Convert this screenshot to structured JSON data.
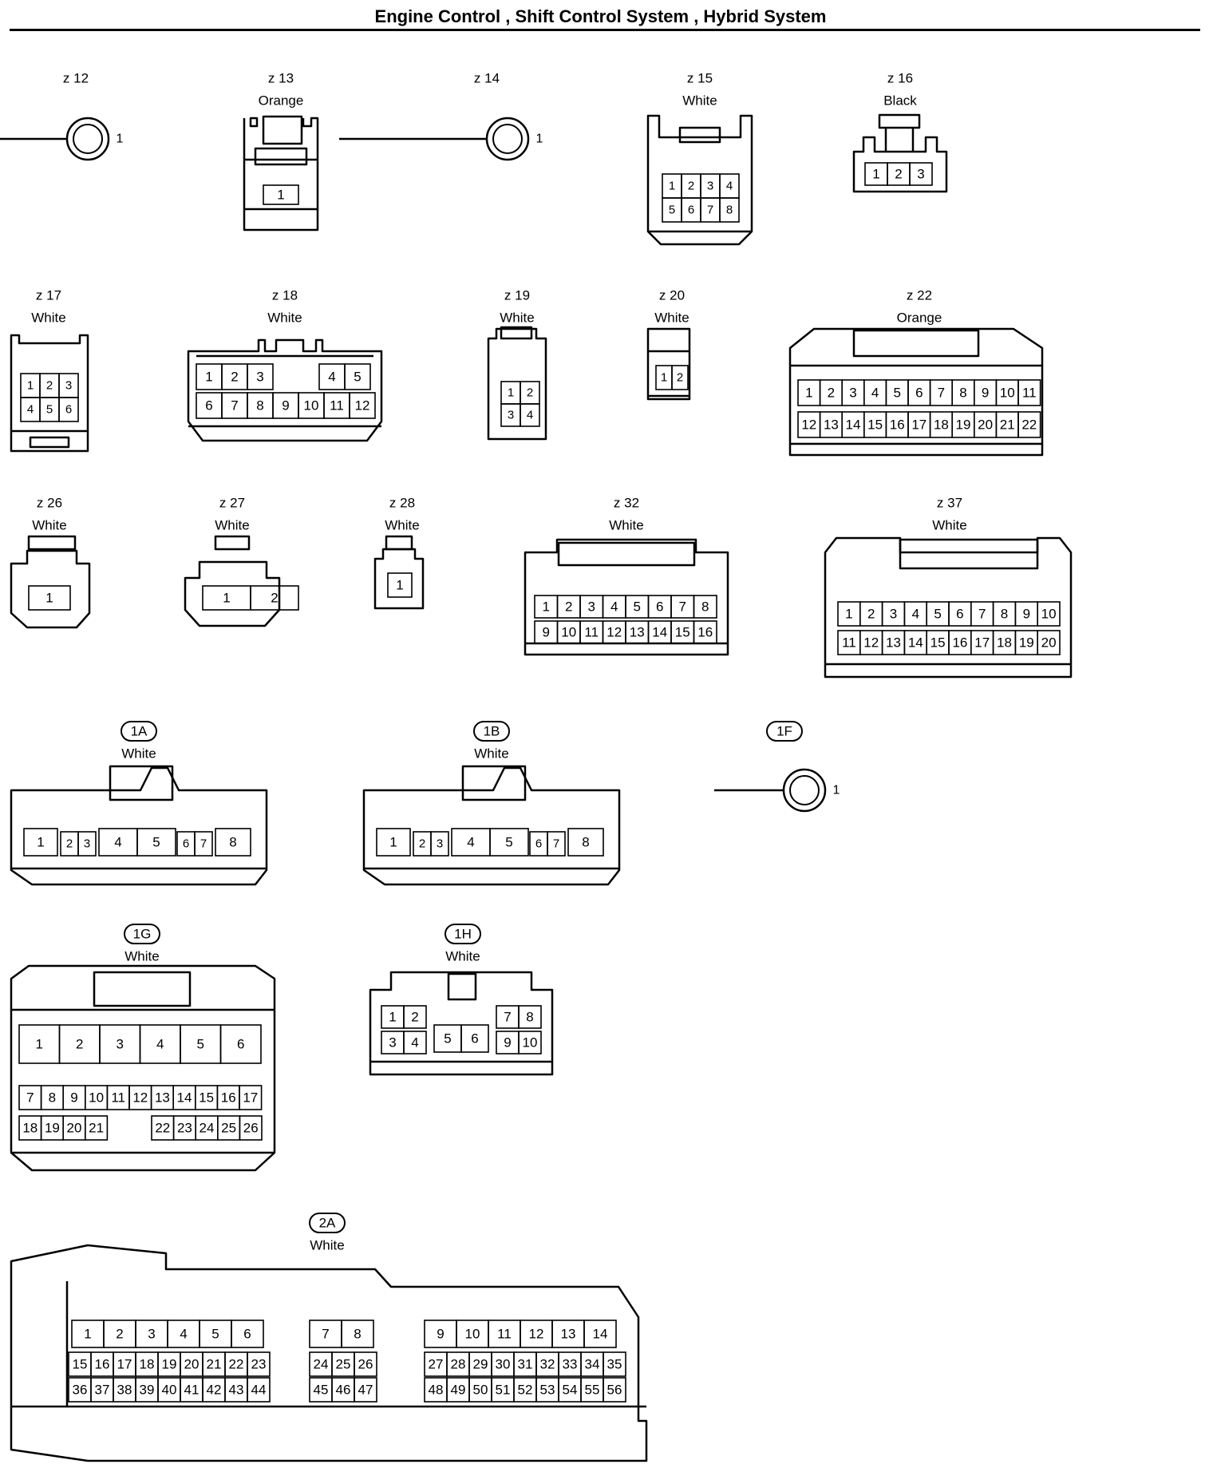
{
  "title": "Engine Control , Shift Control System , Hybrid System",
  "connectors": [
    {
      "id": "z 12",
      "badge": false,
      "color": "",
      "type": "ring",
      "pins": [
        "1"
      ]
    },
    {
      "id": "z 13",
      "badge": false,
      "color": "Orange",
      "type": "single",
      "pins": [
        "1"
      ]
    },
    {
      "id": "z 14",
      "badge": false,
      "color": "",
      "type": "ring",
      "pins": [
        "1"
      ]
    },
    {
      "id": "z 15",
      "badge": false,
      "color": "White",
      "type": "grid",
      "pins": [
        "1",
        "2",
        "3",
        "4",
        "5",
        "6",
        "7",
        "8"
      ]
    },
    {
      "id": "z 16",
      "badge": false,
      "color": "Black",
      "type": "grid",
      "pins": [
        "1",
        "2",
        "3"
      ]
    },
    {
      "id": "z 17",
      "badge": false,
      "color": "White",
      "type": "grid",
      "pins": [
        "1",
        "2",
        "3",
        "4",
        "5",
        "6"
      ]
    },
    {
      "id": "z 18",
      "badge": false,
      "color": "White",
      "type": "grid",
      "pins": [
        "1",
        "2",
        "3",
        "4",
        "5",
        "6",
        "7",
        "8",
        "9",
        "10",
        "11",
        "12"
      ]
    },
    {
      "id": "z 19",
      "badge": false,
      "color": "White",
      "type": "grid",
      "pins": [
        "1",
        "2",
        "3",
        "4"
      ]
    },
    {
      "id": "z 20",
      "badge": false,
      "color": "White",
      "type": "grid",
      "pins": [
        "1",
        "2"
      ]
    },
    {
      "id": "z 22",
      "badge": false,
      "color": "Orange",
      "type": "grid",
      "pins": [
        "1",
        "2",
        "3",
        "4",
        "5",
        "6",
        "7",
        "8",
        "9",
        "10",
        "11",
        "12",
        "13",
        "14",
        "15",
        "16",
        "17",
        "18",
        "19",
        "20",
        "21",
        "22"
      ]
    },
    {
      "id": "z 26",
      "badge": false,
      "color": "White",
      "type": "grid",
      "pins": [
        "1"
      ]
    },
    {
      "id": "z 27",
      "badge": false,
      "color": "White",
      "type": "grid",
      "pins": [
        "1",
        "2"
      ]
    },
    {
      "id": "z 28",
      "badge": false,
      "color": "White",
      "type": "grid",
      "pins": [
        "1"
      ]
    },
    {
      "id": "z 32",
      "badge": false,
      "color": "White",
      "type": "grid",
      "pins": [
        "1",
        "2",
        "3",
        "4",
        "5",
        "6",
        "7",
        "8",
        "9",
        "10",
        "11",
        "12",
        "13",
        "14",
        "15",
        "16"
      ]
    },
    {
      "id": "z 37",
      "badge": false,
      "color": "White",
      "type": "grid",
      "pins": [
        "1",
        "2",
        "3",
        "4",
        "5",
        "6",
        "7",
        "8",
        "9",
        "10",
        "11",
        "12",
        "13",
        "14",
        "15",
        "16",
        "17",
        "18",
        "19",
        "20"
      ]
    },
    {
      "id": "1A",
      "badge": true,
      "color": "White",
      "type": "grid",
      "pins": [
        "1",
        "2",
        "3",
        "4",
        "5",
        "6",
        "7",
        "8"
      ]
    },
    {
      "id": "1B",
      "badge": true,
      "color": "White",
      "type": "grid",
      "pins": [
        "1",
        "2",
        "3",
        "4",
        "5",
        "6",
        "7",
        "8"
      ]
    },
    {
      "id": "1F",
      "badge": true,
      "color": "",
      "type": "ring",
      "pins": [
        "1"
      ]
    },
    {
      "id": "1G",
      "badge": true,
      "color": "White",
      "type": "grid",
      "pins": [
        "1",
        "2",
        "3",
        "4",
        "5",
        "6",
        "7",
        "8",
        "9",
        "10",
        "11",
        "12",
        "13",
        "14",
        "15",
        "16",
        "17",
        "18",
        "19",
        "20",
        "21",
        "22",
        "23",
        "24",
        "25",
        "26"
      ]
    },
    {
      "id": "1H",
      "badge": true,
      "color": "White",
      "type": "grid",
      "pins": [
        "1",
        "2",
        "3",
        "4",
        "5",
        "6",
        "7",
        "8",
        "9",
        "10"
      ]
    },
    {
      "id": "2A",
      "badge": true,
      "color": "White",
      "type": "grid",
      "pins": [
        "1",
        "2",
        "3",
        "4",
        "5",
        "6",
        "7",
        "8",
        "9",
        "10",
        "11",
        "12",
        "13",
        "14",
        "15",
        "16",
        "17",
        "18",
        "19",
        "20",
        "21",
        "22",
        "23",
        "24",
        "25",
        "26",
        "27",
        "28",
        "29",
        "30",
        "31",
        "32",
        "33",
        "34",
        "35",
        "36",
        "37",
        "38",
        "39",
        "40",
        "41",
        "42",
        "43",
        "44",
        "45",
        "46",
        "47",
        "48",
        "49",
        "50",
        "51",
        "52",
        "53",
        "54",
        "55",
        "56"
      ]
    }
  ]
}
